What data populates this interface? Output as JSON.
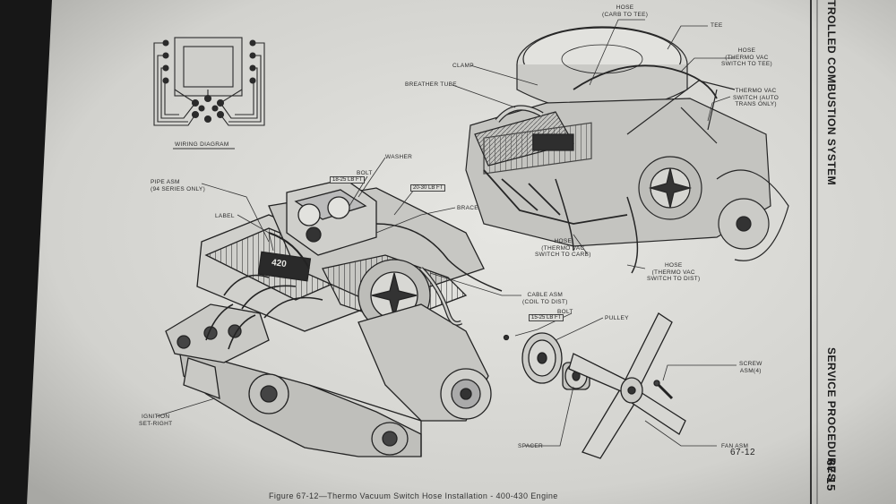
{
  "page": {
    "section_header": "TROLLED COMBUSTION SYSTEM",
    "section_footer": "SERVICE PROCEDURES",
    "page_number": "67-15",
    "caption": "Figure 67-12—Thermo Vacuum Switch Hose Installation - 400-430 Engine",
    "figure_number": "67-12"
  },
  "wiring": {
    "title": "WIRING DIAGRAM"
  },
  "emblem": "420",
  "labels": {
    "hose_carb_tee": "HOSE\n(CARB TO TEE)",
    "tee": "TEE",
    "clamp": "CLAMP",
    "hose_switch_tee": "HOSE\n(THERMO VAC\nSWITCH TO TEE)",
    "breather_tube": "BREATHER TUBE",
    "thermo_vac_switch": "THERMO VAC\nSWITCH (AUTO\nTRANS ONLY)",
    "washer": "WASHER",
    "bolt_top": "BOLT",
    "pipe_asm": "PIPE ASM\n(94 SERIES ONLY)",
    "brace": "BRACE",
    "label": "LABEL",
    "hose_switch_carb": "HOSE\n(THERMO VAC\nSWITCH TO CARB)",
    "hose_switch_dist": "HOSE\n(THERMO VAC\nSWITCH TO DIST)",
    "cable_asm": "CABLE ASM\n(COIL TO DIST)",
    "bolt_mid": "BOLT",
    "pulley": "PULLEY",
    "screw_asm": "SCREW\nASM(4)",
    "ignition": "IGNITION\nSET-RIGHT",
    "spacer": "SPACER",
    "fan_asm": "FAN ASM"
  },
  "torque": {
    "bolt_top": "18-25 LB FT",
    "brace": "20-30 LB FT",
    "bolt_mid": "15-25 LB FT"
  }
}
